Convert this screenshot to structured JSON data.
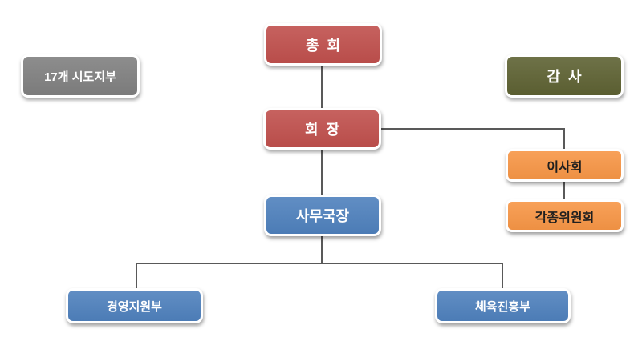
{
  "colors": {
    "red": "#C0504D",
    "gray": "#808080",
    "olive": "#5E6233",
    "orange": "#F79646",
    "blue": "#4F81BD",
    "connector": "#595959",
    "background": "#FFFFFF",
    "dark_text": "#1F1F1F",
    "light_text": "#FFFFFF"
  },
  "org_chart": {
    "nodes": {
      "general_assembly": {
        "label": "총  회",
        "color_role": "red"
      },
      "sido_branches": {
        "label": "17개 시도지부",
        "color_role": "gray"
      },
      "auditor": {
        "label": "감  사",
        "color_role": "olive"
      },
      "president": {
        "label": "회  장",
        "color_role": "red"
      },
      "board_of_directors": {
        "label": "이사회",
        "color_role": "orange"
      },
      "various_committees": {
        "label": "각종위원회",
        "color_role": "orange"
      },
      "secretary_general": {
        "label": "사무국장",
        "color_role": "blue"
      },
      "management_support_dept": {
        "label": "경영지원부",
        "color_role": "blue"
      },
      "sports_promotion_dept": {
        "label": "체육진흥부",
        "color_role": "blue"
      }
    },
    "edges": [
      "general_assembly - president",
      "president - secretary_general",
      "president - board_of_directors",
      "board_of_directors - various_committees",
      "secretary_general - management_support_dept",
      "secretary_general - sports_promotion_dept"
    ]
  }
}
